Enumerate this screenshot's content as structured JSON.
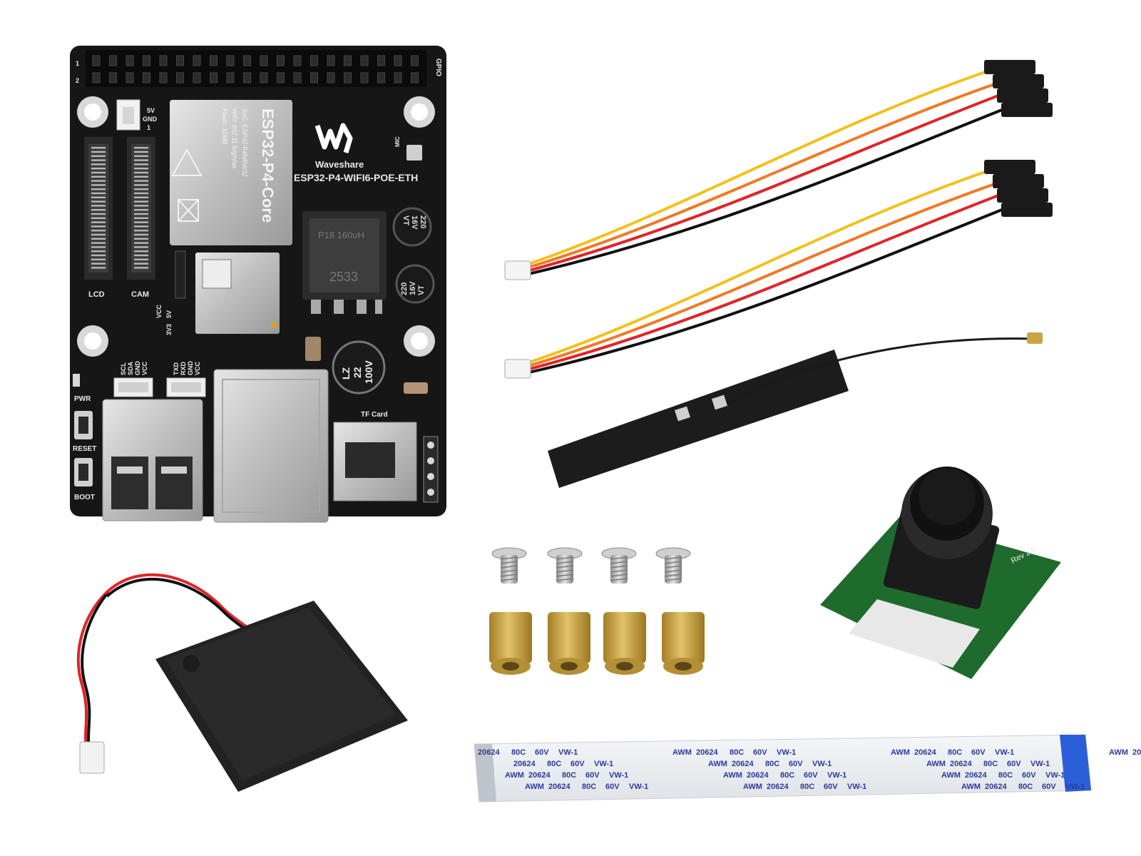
{
  "board": {
    "gpio_label": "GPIO",
    "pin1": "1",
    "pin2": "2",
    "power_5v": "5V",
    "power_gnd": "GND",
    "power_pin1": "1",
    "brand": "Waveshare",
    "model": "ESP32-P4-WIFI6-POE-ETH",
    "mic": "MIC",
    "lcd": "LCD",
    "cam": "CAM",
    "vcc": "VCC",
    "v5": "5V",
    "v3": "3V3",
    "i2c": [
      "SCL",
      "SDA",
      "GND",
      "VCC"
    ],
    "uart": [
      "TXD",
      "RXD",
      "GND",
      "VCC"
    ],
    "pwr": "PWR",
    "reset": "RESET",
    "boot": "BOOT",
    "tf": "TF Card"
  },
  "core_module": {
    "title": "ESP32-P4-Core",
    "soc": "SoC: ESP32-P4NRW32",
    "wifi": "WiFi: 802.11 b/g/n/ax",
    "flash": "Flash: 32MB"
  },
  "components": {
    "inductor": "P18 160uH",
    "inductor_code": "2533",
    "cap1": [
      "220",
      "16V",
      "VT"
    ],
    "cap2": [
      "220",
      "16V",
      "VT"
    ],
    "cap3": [
      "LZ",
      "22",
      "100V"
    ]
  },
  "camera": {
    "rev": "Rev 2.0"
  },
  "ffc_cable": {
    "markings": [
      "AWM",
      "20624",
      "80C",
      "60V",
      "VW-1"
    ]
  },
  "colors": {
    "pcb": "#161616",
    "silkscreen": "#e8e8e8",
    "camera_pcb": "#1f6b2e",
    "brass": "#c9a441",
    "ffc_text": "#2a3a9a",
    "ffc_stiffener": "#2b5fd9",
    "wire_yellow": "#f2c11c",
    "wire_orange": "#f07a25",
    "wire_red": "#e0242a",
    "wire_black": "#111111"
  }
}
